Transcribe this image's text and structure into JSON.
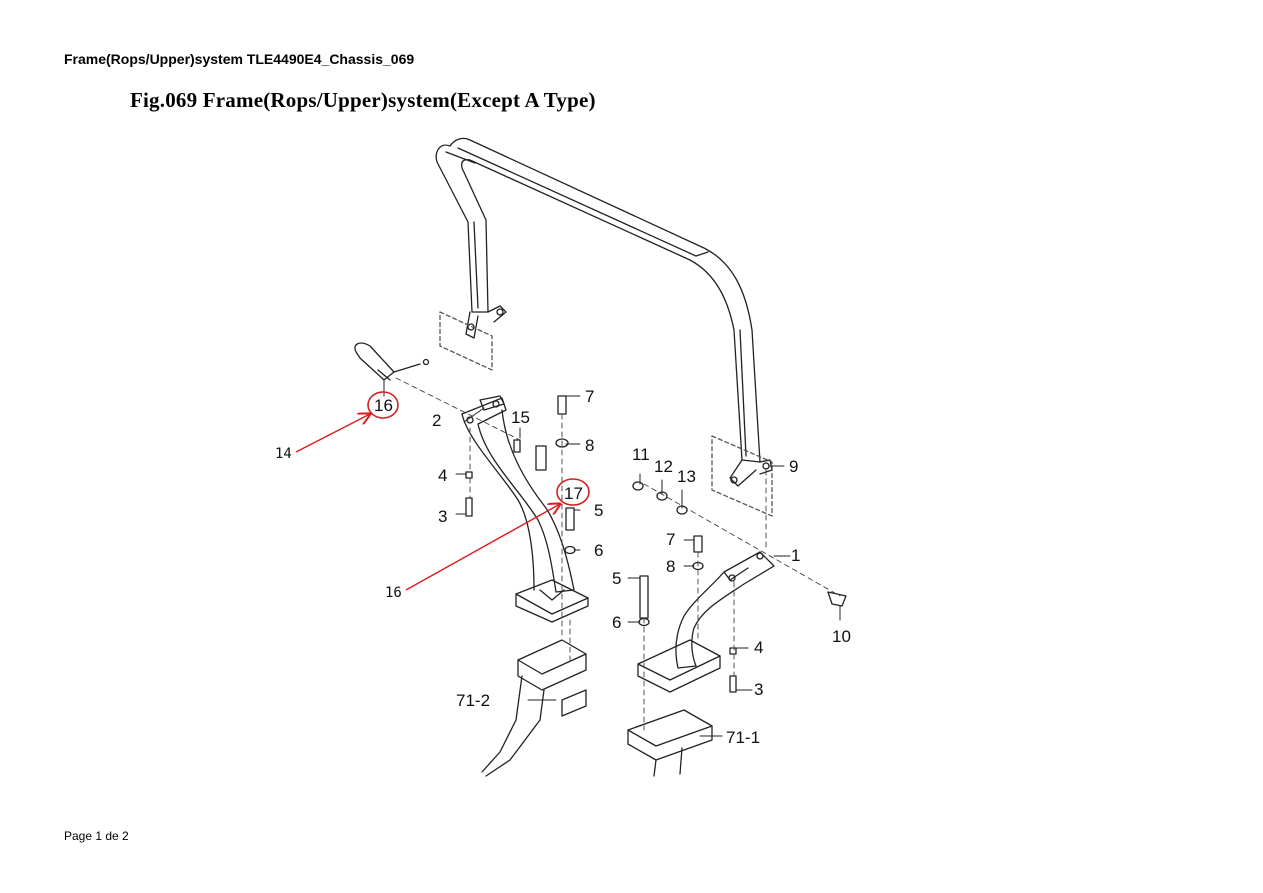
{
  "document": {
    "header": "Frame(Rops/Upper)system TLE4490E4_Chassis_069",
    "figure_title": "Fig.069 Frame(Rops/Upper)system(Except A Type)",
    "footer": "Page 1 de 2"
  },
  "callouts": {
    "c1": "1",
    "c2": "2",
    "c3_left": "3",
    "c3_right": "3",
    "c4_left": "4",
    "c4_right": "4",
    "c5_left": "5",
    "c5_right": "5",
    "c6_left": "6",
    "c6_right": "6",
    "c7_left": "7",
    "c7_right": "7",
    "c8_left": "8",
    "c8_right": "8",
    "c9": "9",
    "c10": "10",
    "c11": "11",
    "c12": "12",
    "c13": "13",
    "c15": "15",
    "c16": "16",
    "c17": "17",
    "c71_1": "71-1",
    "c71_2": "71-2"
  },
  "annotations": {
    "a14": "14",
    "a16": "16",
    "circle_color": "#d42020",
    "arrow_color": "#e01b1b"
  }
}
